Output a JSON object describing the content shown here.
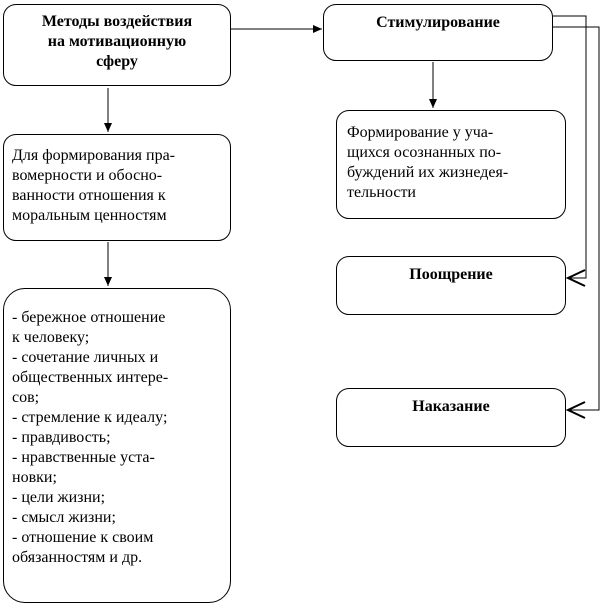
{
  "diagram": {
    "methods": {
      "text": "Методы воздействия\nна мотивационную\nсферу"
    },
    "legitimacy": {
      "text": "Для формирования пра-\nвомерности и обосно-\nванности отношения к\nморальным ценностям"
    },
    "values_list": {
      "text": "- бережное отношение\nк человеку;\n- сочетание личных и\nобщественных интере-\nсов;\n- стремление к идеалу;\n- правдивость;\n- нравственные уста-\nновки;\n- цели жизни;\n- смысл жизни;\n- отношение к своим\nобязанностям и др."
    },
    "stimulation": {
      "text": "Стимулирование"
    },
    "formation": {
      "text": "Формирование у уча-\nщихся осознанных по-\nбуждений их жизнедея-\nтельности"
    },
    "encouragement": {
      "text": "Поощрение"
    },
    "punishment": {
      "text": "Наказание"
    }
  },
  "colors": {
    "stroke": "#000000",
    "background": "#ffffff"
  }
}
